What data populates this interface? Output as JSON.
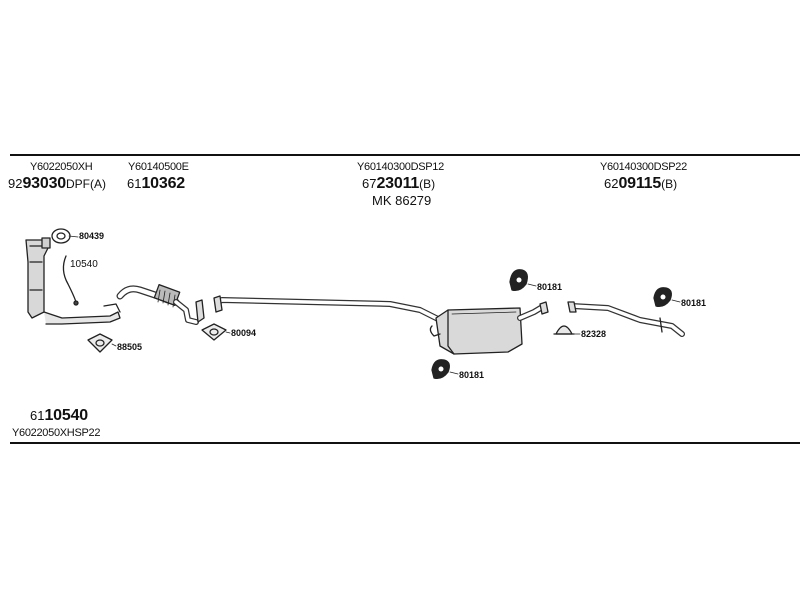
{
  "header": {
    "col1": {
      "code": "Y6022050XH",
      "prefix": "92",
      "number": "93030",
      "suffix": "DPF(A)"
    },
    "col2": {
      "code": "Y60140500E",
      "prefix": "61",
      "number": "10362",
      "suffix": ""
    },
    "col3": {
      "code": "Y60140300DSP12",
      "prefix": "67",
      "number": "23011",
      "suffix": "(B)",
      "extra": "MK  86279"
    },
    "col4": {
      "code": "Y60140300DSP22",
      "prefix": "62",
      "number": "09115",
      "suffix": "(B)"
    }
  },
  "callouts": {
    "c80439": "80439",
    "c10540": "10540",
    "c88505": "88505",
    "c80094": "80094",
    "c80181a": "80181",
    "c80181b": "80181",
    "c80181c": "80181",
    "c82328": "82328"
  },
  "footer": {
    "prefix": "61",
    "number": "10540",
    "code": "Y6022050XHSP22"
  }
}
